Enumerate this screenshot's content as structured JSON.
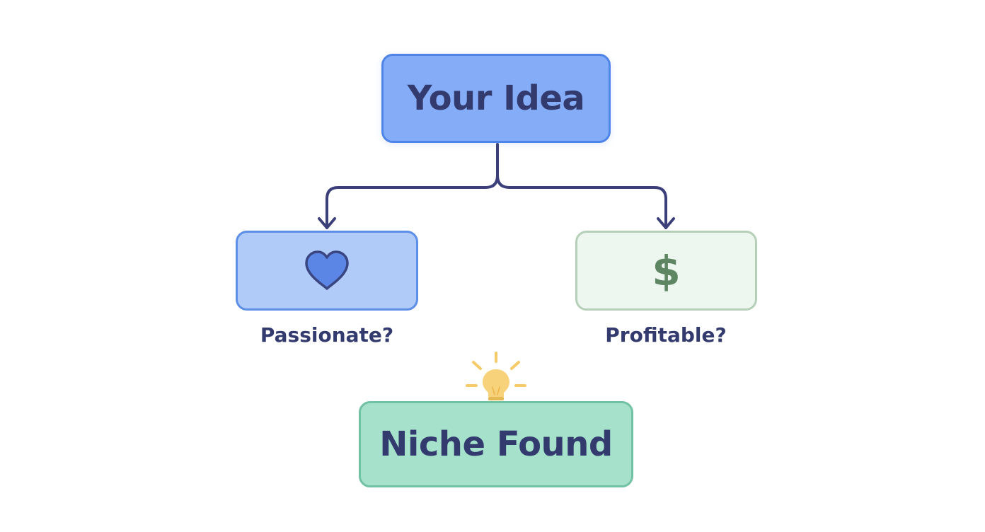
{
  "nodes": {
    "idea": {
      "label": "Your Idea"
    },
    "passion": {
      "label": "Passionate?",
      "icon": "heart-icon"
    },
    "profit": {
      "label": "Profitable?",
      "icon": "dollar-icon",
      "glyph": "$"
    },
    "niche": {
      "label": "Niche Found",
      "icon": "lightbulb-icon"
    }
  },
  "colors": {
    "text": "#333a6e",
    "connector": "#3b3f7a",
    "idea_fill": "#85adf7",
    "passion_fill": "#b0cbf8",
    "profit_fill": "#edf7ef",
    "niche_fill": "#a6e1cb",
    "heart": "#5b86e5",
    "dollar": "#5f8662",
    "bulb": "#f7cf6e"
  }
}
